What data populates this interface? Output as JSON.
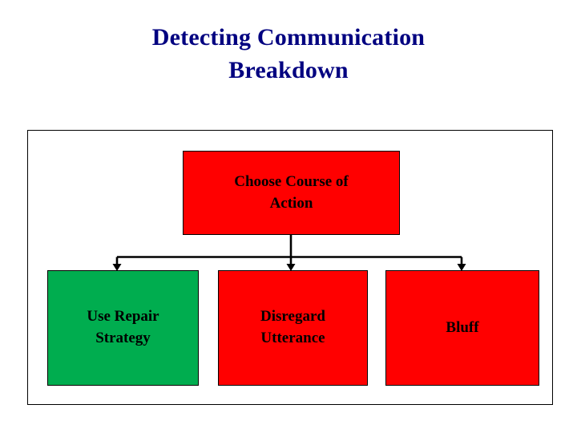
{
  "slide": {
    "title_line1": "Detecting Communication",
    "title_line2": "Breakdown",
    "title_color": "#000080",
    "background": "#ffffff"
  },
  "diagram": {
    "type": "flowchart",
    "frame_border_color": "#000000",
    "connector_color": "#000000",
    "root": {
      "id": "choose-course",
      "label": "Choose Course of\nAction",
      "fill": "#ff0000",
      "text_color": "#000000"
    },
    "children": [
      {
        "id": "use-repair",
        "label": "Use Repair\nStrategy",
        "fill": "#00ad4f",
        "text_color": "#000000"
      },
      {
        "id": "disregard",
        "label": "Disregard\nUtterance",
        "fill": "#ff0000",
        "text_color": "#000000"
      },
      {
        "id": "bluff",
        "label": "Bluff",
        "fill": "#ff0000",
        "text_color": "#000000"
      }
    ]
  }
}
